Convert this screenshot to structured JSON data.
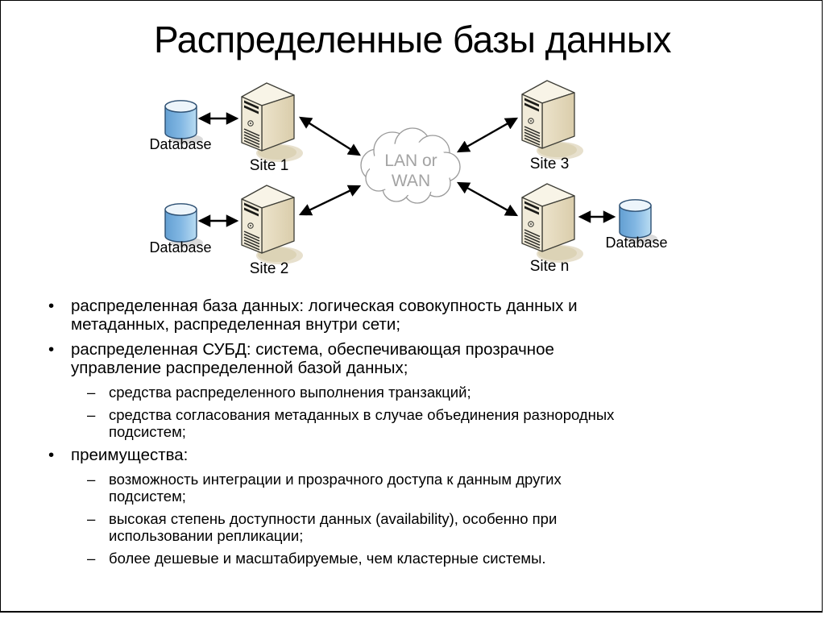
{
  "slide": {
    "title": "Распределенные базы данных"
  },
  "diagram": {
    "cloud": {
      "line1": "LAN or",
      "line2": "WAN"
    },
    "labels": {
      "db1": "Database",
      "db2": "Database",
      "db3": "Database",
      "site1": "Site 1",
      "site2": "Site 2",
      "site3": "Site 3",
      "siten": "Site n"
    },
    "colors": {
      "database_body_blue": "#6fa6d8",
      "database_top": "#edf5fb",
      "database_outline": "#2c4f72",
      "server_front": "#f1ebd9",
      "server_side": "#e2d7ba",
      "server_top": "#f8f4e7",
      "server_shadow": "#ddd3b8",
      "cloud_outline": "#9a9a9a",
      "cloud_text": "#a3a3a3",
      "arrow": "#000000"
    }
  },
  "bullets": [
    {
      "level": 1,
      "marker": "•",
      "text": "распределенная база данных: логическая совокупность данных и\nметаданных, распределенная внутри сети;"
    },
    {
      "level": 1,
      "marker": "•",
      "text": "распределенная СУБД: система, обеспечивающая прозрачное\nуправление распределенной базой данных;"
    },
    {
      "level": 2,
      "marker": "–",
      "text": "средства распределенного выполнения транзакций;"
    },
    {
      "level": 2,
      "marker": "–",
      "text": "средства согласования метаданных в случае объединения разнородных\nподсистем;"
    },
    {
      "level": 1,
      "marker": "•",
      "text": "преимущества:"
    },
    {
      "level": 2,
      "marker": "–",
      "text": "возможность интеграции и прозрачного доступа к данным других\nподсистем;"
    },
    {
      "level": 2,
      "marker": "–",
      "text": "высокая степень доступности данных (availability), особенно при\nиспользовании репликации;"
    },
    {
      "level": 2,
      "marker": "–",
      "text": "более дешевые и масштабируемые, чем кластерные системы."
    }
  ]
}
